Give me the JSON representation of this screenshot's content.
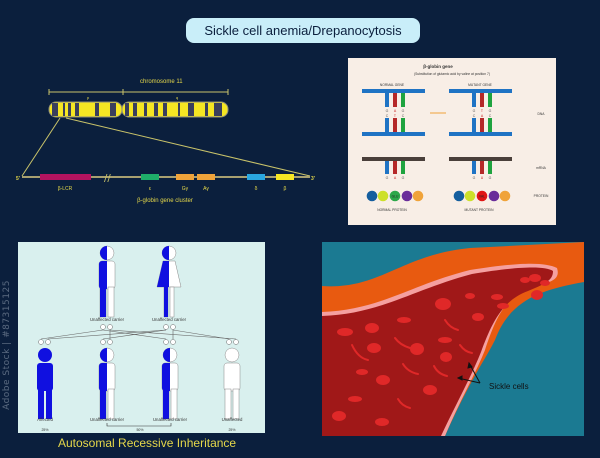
{
  "title": "Sickle cell anemia/Drepanocytosis",
  "chromosome": {
    "label": "chromosome 11",
    "arm_p": "p",
    "arm_q": "q",
    "end_5": "5'",
    "end_3": "3'",
    "genes": [
      {
        "label": "β-LCR",
        "color": "#b5135f"
      },
      {
        "label": "ε",
        "color": "#1fae6a"
      },
      {
        "label": "Gγ",
        "color": "#f0a33a"
      },
      {
        "label": "Aγ",
        "color": "#f0a33a"
      },
      {
        "label": "δ",
        "color": "#2aa7e0"
      },
      {
        "label": "β",
        "color": "#f5e623"
      }
    ],
    "cluster_label": "β-globin gene cluster"
  },
  "dna_panel": {
    "title": "β-globin gene",
    "subtitle": "(Substitution of glutamic acid by valine at position 7)",
    "normal_gene": "NORMAL GENE",
    "mutant_gene": "MUTANT GENE",
    "row_dna": "DNA",
    "row_mrna": "mRNA",
    "row_protein": "PROTEIN",
    "normal_top": [
      "G",
      "A",
      "G"
    ],
    "normal_bottom": [
      "C",
      "T",
      "C"
    ],
    "mutant_top": [
      "G",
      "T",
      "G"
    ],
    "mutant_bottom": [
      "C",
      "A",
      "C"
    ],
    "normal_mrna": [
      "G",
      "A",
      "G"
    ],
    "mutant_mrna": [
      "G",
      "U",
      "G"
    ],
    "normal_aa": "GLU",
    "mutant_aa": "VAL",
    "normal_protein": "NORMAL PROTEIN",
    "mutant_protein": "MUTANT PROTEIN"
  },
  "inheritance": {
    "parents": [
      "Unaffected carrier",
      "Unaffected carrier"
    ],
    "children": [
      "Affected",
      "Unaffected carrier",
      "Unaffected carrier",
      "Unaffected"
    ],
    "pct_affected": "25%",
    "pct_carrier": "50%",
    "pct_unaffected": "25%",
    "title": "Autosomal Recessive Inheritance",
    "colors": {
      "affected": "#1010e0"
    }
  },
  "vessel": {
    "label": "Sickle cells"
  },
  "watermark": {
    "side": "Adobe Stock | #87315125"
  }
}
